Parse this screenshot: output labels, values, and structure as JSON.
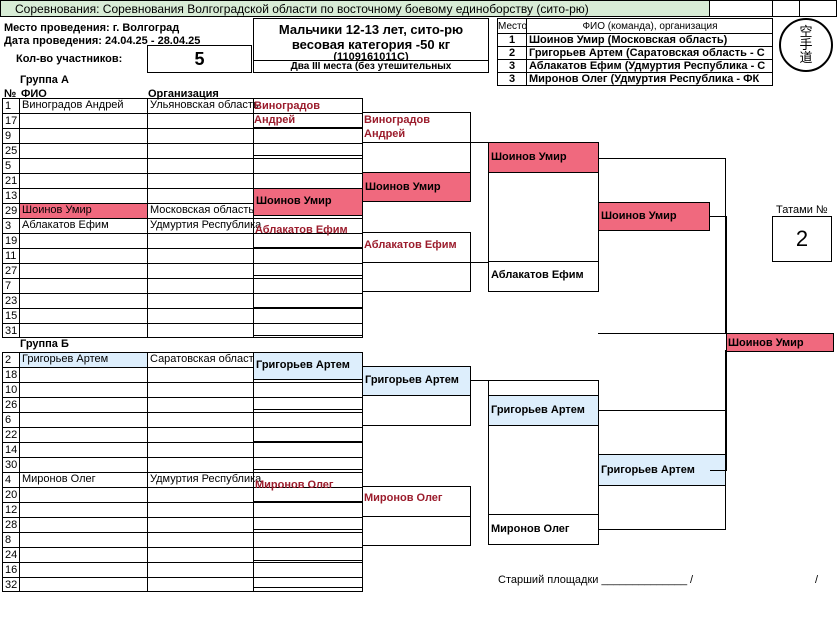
{
  "header": {
    "title": "Соревнования: Соревнования Волгоградской области по восточному боевому единоборству (сито-рю)",
    "venue": "Место проведения: г. Волгоград",
    "dates": "Дата проведения: 24.04.25 - 28.04.25",
    "participants_label": "Кол-во участников:",
    "participants_count": "5",
    "category_line1": "Мальчики 12-13 лет, сито-рю",
    "category_line2": "весовая категория -50 кг",
    "category_code": "(1109161011С)",
    "third_place_note": "Два III места (без утешительных"
  },
  "results": {
    "col_place": "Место",
    "col_name": "ФИО (команда), организация",
    "rows": [
      {
        "place": "1",
        "text": "Шоинов Умир  (Московская область)"
      },
      {
        "place": "2",
        "text": "Григорьев Артем  (Саратовская область - С"
      },
      {
        "place": "3",
        "text": "Аблакатов Ефим  (Удмуртия Республика - С"
      },
      {
        "place": "3",
        "text": "Миронов Олег  (Удмуртия Республика - ФК"
      }
    ]
  },
  "logo": {
    "text": "空手道"
  },
  "tatami": {
    "label": "Татами №",
    "value": "2"
  },
  "groupA": {
    "title": "Группа А",
    "col_num": "№",
    "col_name": "ФИО",
    "col_org": "Организация",
    "rows": [
      {
        "num": "1",
        "name": "Виноградов  Андрей",
        "org": "Ульяновская область"
      },
      {
        "num": "17",
        "name": "",
        "org": ""
      },
      {
        "num": "9",
        "name": "",
        "org": ""
      },
      {
        "num": "25",
        "name": "",
        "org": ""
      },
      {
        "num": "5",
        "name": "",
        "org": ""
      },
      {
        "num": "21",
        "name": "",
        "org": ""
      },
      {
        "num": "13",
        "name": "",
        "org": ""
      },
      {
        "num": "29",
        "name": "Шоинов  Умир",
        "org": "Московская область"
      },
      {
        "num": "3",
        "name": "Аблакатов Ефим",
        "org": "Удмуртия Республика"
      },
      {
        "num": "19",
        "name": "",
        "org": ""
      },
      {
        "num": "11",
        "name": "",
        "org": ""
      },
      {
        "num": "27",
        "name": "",
        "org": ""
      },
      {
        "num": "7",
        "name": "",
        "org": ""
      },
      {
        "num": "23",
        "name": "",
        "org": ""
      },
      {
        "num": "15",
        "name": "",
        "org": ""
      },
      {
        "num": "31",
        "name": "",
        "org": ""
      }
    ]
  },
  "groupB": {
    "title": "Группа Б",
    "rows": [
      {
        "num": "2",
        "name": "Григорьев Артем",
        "org": "Саратовская область"
      },
      {
        "num": "18",
        "name": "",
        "org": ""
      },
      {
        "num": "10",
        "name": "",
        "org": ""
      },
      {
        "num": "26",
        "name": "",
        "org": ""
      },
      {
        "num": "6",
        "name": "",
        "org": ""
      },
      {
        "num": "22",
        "name": "",
        "org": ""
      },
      {
        "num": "14",
        "name": "",
        "org": ""
      },
      {
        "num": "30",
        "name": "",
        "org": ""
      },
      {
        "num": "4",
        "name": "Миронов Олег",
        "org": "Удмуртия Республика"
      },
      {
        "num": "20",
        "name": "",
        "org": ""
      },
      {
        "num": "12",
        "name": "",
        "org": ""
      },
      {
        "num": "28",
        "name": "",
        "org": ""
      },
      {
        "num": "8",
        "name": "",
        "org": ""
      },
      {
        "num": "24",
        "name": "",
        "org": ""
      },
      {
        "num": "16",
        "name": "",
        "org": ""
      },
      {
        "num": "32",
        "name": "",
        "org": ""
      }
    ]
  },
  "bracket": {
    "r1": {
      "vinogradov": "Виноградов Андрей",
      "shoinov": "Шоинов Умир",
      "ablakatov": "Аблакатов Ефим",
      "grigoriev": "Григорьев Артем",
      "mironov": "Миронов Олег"
    },
    "r2": {
      "vinogradov": "Виноградов Андрей",
      "shoinov": "Шоинов Умир",
      "ablakatov": "Аблакатов Ефим",
      "grigoriev": "Григорьев Артем",
      "mironov": "Миронов Олег"
    },
    "r3": {
      "shoinov": "Шоинов Умир",
      "ablakatov": "Аблакатов Ефим",
      "grigoriev": "Григорьев Артем",
      "mironov": "Миронов Олег"
    },
    "r4": {
      "shoinov": "Шоинов Умир",
      "grigoriev": "Григорьев Артем"
    },
    "final": "Шоинов Умир"
  },
  "footer": {
    "senior_label": "Старший площадки ______________",
    "slash1": "/",
    "slash2": "/"
  }
}
